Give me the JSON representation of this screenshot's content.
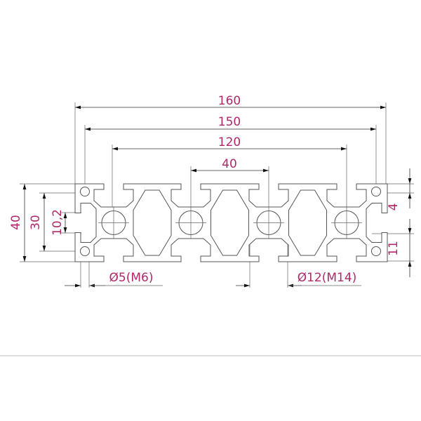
{
  "dimensions": {
    "overall_width": "160",
    "hole_spacing_outer": "150",
    "slot_spacing_outer": "120",
    "slot_pitch": "40",
    "height": "40",
    "hole_spacing_vertical": "30",
    "slot_opening": "10,2",
    "right_top_offset": "4",
    "right_bottom_offset": "11",
    "corner_hole": "Ø5(M6)",
    "center_bore": "Ø12(M14)"
  },
  "colors": {
    "dimension_text": "#b0286a",
    "lines": "#333333"
  }
}
